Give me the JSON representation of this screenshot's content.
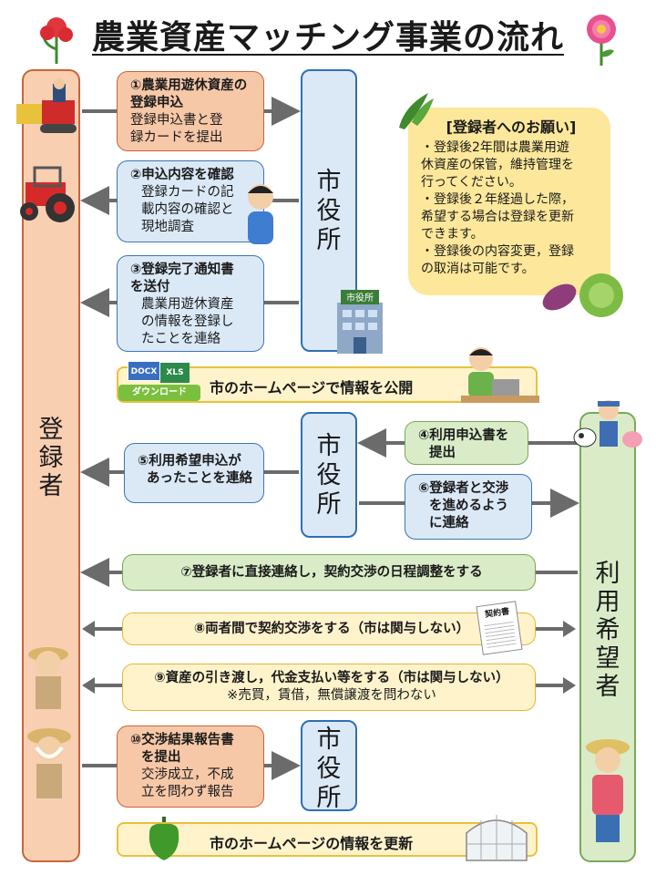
{
  "title": "農業資産マッチング事業の流れ",
  "registrant_label": [
    "登",
    "録",
    "者"
  ],
  "applicant_label": [
    "利",
    "用",
    "希",
    "望",
    "者"
  ],
  "city_label": [
    "市",
    "役",
    "所"
  ],
  "steps": {
    "s1": {
      "head": [
        "①農業用遊休資産の",
        "登録申込"
      ],
      "body": [
        "登録申込書と登",
        "録カードを提出"
      ]
    },
    "s2": {
      "head": [
        "②申込内容を確認"
      ],
      "body": [
        "登録カードの記",
        "載内容の確認と",
        "現地調査"
      ]
    },
    "s3": {
      "head": [
        "③登録完了通知書",
        "を送付"
      ],
      "body": [
        "農業用遊休資産",
        "の情報を登録し",
        "たことを連絡"
      ]
    },
    "s4": {
      "head": [
        "④利用申込書を",
        "提出"
      ]
    },
    "s5": {
      "head": [
        "⑤利用希望申込が",
        "あったことを連絡"
      ]
    },
    "s6": {
      "head": [
        "⑥登録者と交渉",
        "を進めるよう",
        "に連絡"
      ]
    },
    "s7": {
      "text": "⑦登録者に直接連絡し，契約交渉の日程調整をする"
    },
    "s8": {
      "text": "⑧両者間で契約交渉をする（市は関与しない）"
    },
    "s9": {
      "text": "⑨資産の引き渡し，代金支払い等をする（市は関与しない）",
      "sub": "※売買，賃借，無償譲渡を問わない"
    },
    "s10": {
      "head": [
        "⑩交渉結果報告書",
        "を提出"
      ],
      "body": [
        "交渉成立，不成",
        "立を問わず報告"
      ]
    }
  },
  "web_publish": "市のホームページで情報を公開",
  "web_update": "市のホームページの情報を更新",
  "request": {
    "heading": "[登録者へのお願い]",
    "lines": [
      "・登録後2年間は農業用遊",
      "休資産の保管，維持管理を",
      "行ってください。",
      "・登録後２年経過した際，",
      "希望する場合は登録を更新",
      "できます。",
      "・登録後の内容変更，登録",
      "の取消は可能です。"
    ]
  },
  "illustrations": {
    "city_hall_sign": "市役所",
    "contract_title": "契約書",
    "download_badge": {
      "docx": "DOCX",
      "xls": "XLS",
      "label": "ダウンロード"
    }
  },
  "colors": {
    "registrant_fill": "#f9cfb2",
    "applicant_fill": "#d9ecc7",
    "city_fill": "#dbe9f7",
    "city_border": "#2e6fb5",
    "arrow": "#6b6b6b",
    "note_fill": "#fde79a"
  }
}
